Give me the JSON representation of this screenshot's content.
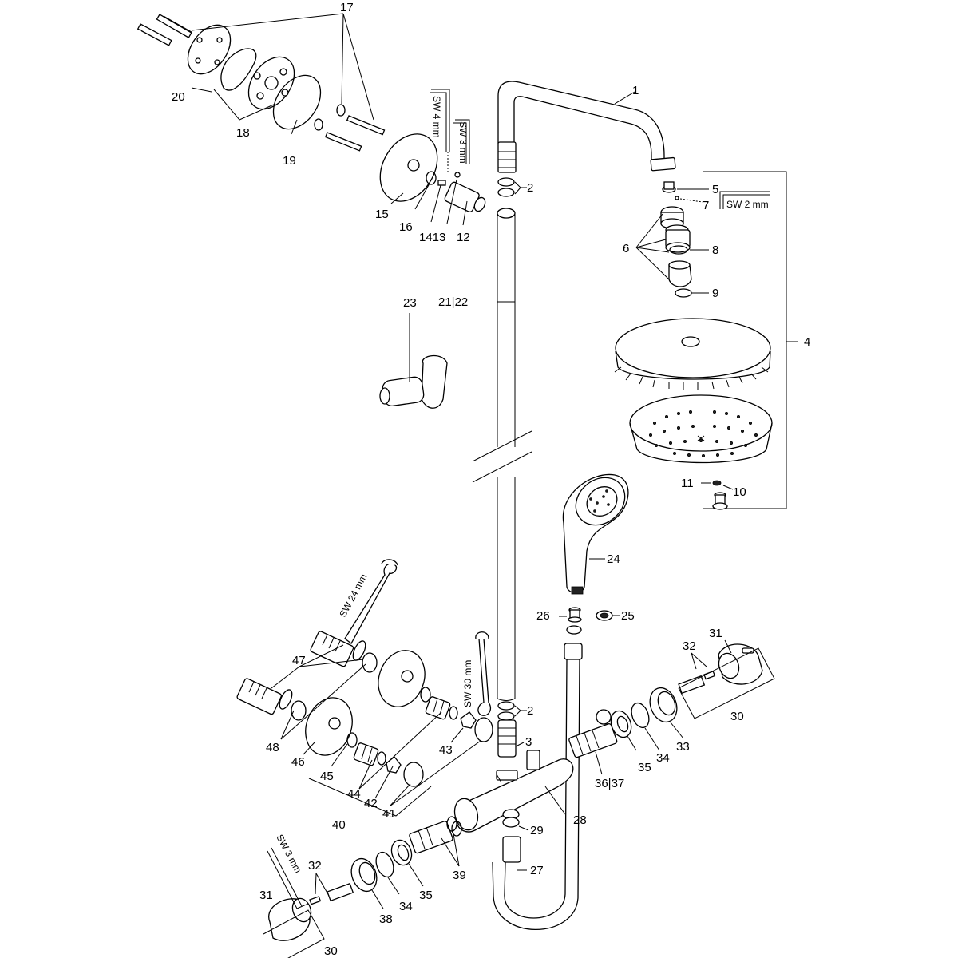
{
  "labels": {
    "p1": "1",
    "p2a": "2",
    "p2b": "2",
    "p3": "3",
    "p4": "4",
    "p5": "5",
    "p6": "6",
    "p7": "7",
    "p8": "8",
    "p9": "9",
    "p10": "10",
    "p11": "11",
    "p12": "12",
    "p1413": "1413",
    "p15": "15",
    "p16": "16",
    "p17": "17",
    "p18": "18",
    "p19": "19",
    "p20": "20",
    "p2122": "21|22",
    "p23": "23",
    "p24": "24",
    "p25": "25",
    "p26": "26",
    "p27": "27",
    "p28": "28",
    "p29": "29",
    "p30a": "30",
    "p30b": "30",
    "p31a": "31",
    "p31b": "31",
    "p32a": "32",
    "p32b": "32",
    "p33": "33",
    "p34a": "34",
    "p34b": "34",
    "p35a": "35",
    "p35b": "35",
    "p3637": "36|37",
    "p38": "38",
    "p39": "39",
    "p40": "40",
    "p41": "41",
    "p42": "42",
    "p43": "43",
    "p44": "44",
    "p45": "45",
    "p46": "46",
    "p47": "47",
    "p48": "48"
  },
  "tools": {
    "sw4": "SW 4 mm",
    "sw3a": "SW 3 mm",
    "sw2": "SW 2 mm",
    "sw24": "SW 24 mm",
    "sw30": "SW 30 mm",
    "sw3b": "SW 3 mm"
  }
}
